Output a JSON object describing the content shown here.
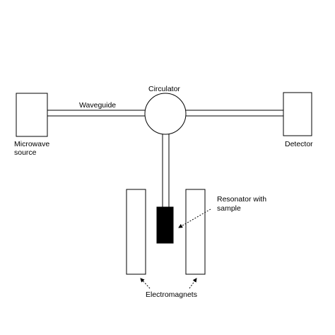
{
  "labels": {
    "circulator": "Circulator",
    "waveguide": "Waveguide",
    "microwave_source_line1": "Microwave",
    "microwave_source_line2": "source",
    "detector": "Detector",
    "resonator_line1": "Resonator with",
    "resonator_line2": "sample",
    "electromagnets": "Electromagnets"
  },
  "colors": {
    "stroke": "#000000",
    "sample_fill": "#000000",
    "background": "#ffffff"
  }
}
